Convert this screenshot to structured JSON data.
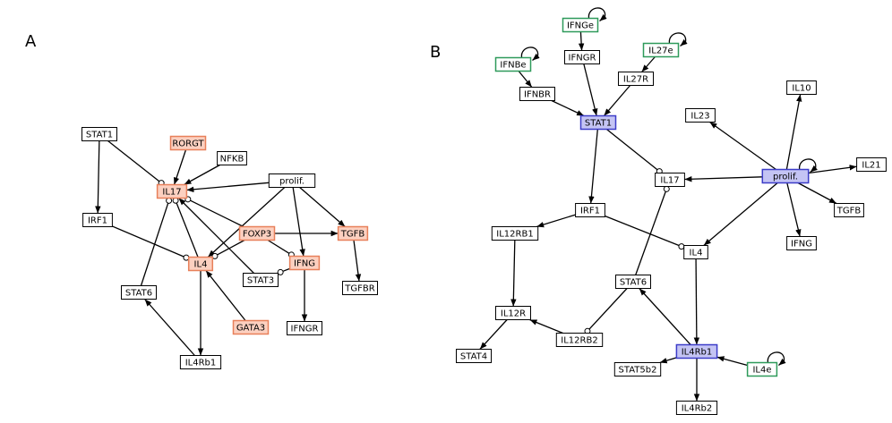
{
  "panels": [
    {
      "id": "A",
      "label": "A",
      "nodes": [
        {
          "id": "A_STAT1",
          "label": "STAT1",
          "style": "plain"
        },
        {
          "id": "A_RORGT",
          "label": "RORGT",
          "style": "orange"
        },
        {
          "id": "A_NFKB",
          "label": "NFKB",
          "style": "plain"
        },
        {
          "id": "A_IL17",
          "label": "IL17",
          "style": "orange"
        },
        {
          "id": "A_prolif",
          "label": "prolif.",
          "style": "plain"
        },
        {
          "id": "A_IRF1",
          "label": "IRF1",
          "style": "plain"
        },
        {
          "id": "A_FOXP3",
          "label": "FOXP3",
          "style": "orange"
        },
        {
          "id": "A_TGFB",
          "label": "TGFB",
          "style": "orange"
        },
        {
          "id": "A_IL4",
          "label": "IL4",
          "style": "orange"
        },
        {
          "id": "A_IFNG",
          "label": "IFNG",
          "style": "orange"
        },
        {
          "id": "A_STAT3",
          "label": "STAT3",
          "style": "plain"
        },
        {
          "id": "A_TGFBR",
          "label": "TGFBR",
          "style": "plain"
        },
        {
          "id": "A_STAT6",
          "label": "STAT6",
          "style": "plain"
        },
        {
          "id": "A_GATA3",
          "label": "GATA3",
          "style": "orange"
        },
        {
          "id": "A_IFNGR",
          "label": "IFNGR",
          "style": "plain"
        },
        {
          "id": "A_IL4Rb1",
          "label": "IL4Rb1",
          "style": "plain"
        }
      ],
      "edges": [
        {
          "from": "A_STAT1",
          "to": "A_IL17",
          "type": "inhibit"
        },
        {
          "from": "A_STAT1",
          "to": "A_IRF1",
          "type": "activate"
        },
        {
          "from": "A_RORGT",
          "to": "A_IL17",
          "type": "activate"
        },
        {
          "from": "A_NFKB",
          "to": "A_IL17",
          "type": "activate"
        },
        {
          "from": "A_prolif",
          "to": "A_IL17",
          "type": "activate"
        },
        {
          "from": "A_prolif",
          "to": "A_IL4",
          "type": "activate"
        },
        {
          "from": "A_prolif",
          "to": "A_IFNG",
          "type": "activate"
        },
        {
          "from": "A_prolif",
          "to": "A_TGFB",
          "type": "activate"
        },
        {
          "from": "A_IRF1",
          "to": "A_IL4",
          "type": "inhibit"
        },
        {
          "from": "A_FOXP3",
          "to": "A_IL17",
          "type": "inhibit"
        },
        {
          "from": "A_FOXP3",
          "to": "A_IL4",
          "type": "inhibit"
        },
        {
          "from": "A_FOXP3",
          "to": "A_IFNG",
          "type": "inhibit"
        },
        {
          "from": "A_FOXP3",
          "to": "A_TGFB",
          "type": "activate"
        },
        {
          "from": "A_STAT3",
          "to": "A_IL17",
          "type": "activate"
        },
        {
          "from": "A_STAT6",
          "to": "A_IL17",
          "type": "inhibit"
        },
        {
          "from": "A_IL4",
          "to": "A_IL17",
          "type": "inhibit"
        },
        {
          "from": "A_IFNG",
          "to": "A_STAT3",
          "type": "inhibit"
        },
        {
          "from": "A_IFNG",
          "to": "A_IFNGR",
          "type": "activate"
        },
        {
          "from": "A_TGFB",
          "to": "A_TGFBR",
          "type": "activate"
        },
        {
          "from": "A_GATA3",
          "to": "A_IL4",
          "type": "activate"
        },
        {
          "from": "A_IL4",
          "to": "A_IL4Rb1",
          "type": "activate"
        },
        {
          "from": "A_IL4Rb1",
          "to": "A_STAT6",
          "type": "activate"
        }
      ]
    },
    {
      "id": "B",
      "label": "B",
      "nodes": [
        {
          "id": "B_IFNGe",
          "label": "IFNGe",
          "style": "green"
        },
        {
          "id": "B_IFNBe",
          "label": "IFNBe",
          "style": "green"
        },
        {
          "id": "B_IL27e",
          "label": "IL27e",
          "style": "green"
        },
        {
          "id": "B_IFNGR",
          "label": "IFNGR",
          "style": "plain"
        },
        {
          "id": "B_IFNBR",
          "label": "IFNBR",
          "style": "plain"
        },
        {
          "id": "B_IL27R",
          "label": "IL27R",
          "style": "plain"
        },
        {
          "id": "B_STAT1",
          "label": "STAT1",
          "style": "blue"
        },
        {
          "id": "B_IL10",
          "label": "IL10",
          "style": "plain"
        },
        {
          "id": "B_IL23",
          "label": "IL23",
          "style": "plain"
        },
        {
          "id": "B_prolif",
          "label": "prolif.",
          "style": "blue"
        },
        {
          "id": "B_IL21",
          "label": "IL21",
          "style": "plain"
        },
        {
          "id": "B_IL17",
          "label": "IL17",
          "style": "plain"
        },
        {
          "id": "B_TGFB",
          "label": "TGFB",
          "style": "plain"
        },
        {
          "id": "B_IRF1",
          "label": "IRF1",
          "style": "plain"
        },
        {
          "id": "B_IL12RB1",
          "label": "IL12RB1",
          "style": "plain"
        },
        {
          "id": "B_IFNG",
          "label": "IFNG",
          "style": "plain"
        },
        {
          "id": "B_IL4",
          "label": "IL4",
          "style": "plain"
        },
        {
          "id": "B_STAT6",
          "label": "STAT6",
          "style": "plain"
        },
        {
          "id": "B_IL12R",
          "label": "IL12R",
          "style": "plain"
        },
        {
          "id": "B_IL12RB2",
          "label": "IL12RB2",
          "style": "plain"
        },
        {
          "id": "B_STAT4",
          "label": "STAT4",
          "style": "plain"
        },
        {
          "id": "B_IL4Rb1",
          "label": "IL4Rb1",
          "style": "blue"
        },
        {
          "id": "B_STAT5b2",
          "label": "STAT5b2",
          "style": "plain"
        },
        {
          "id": "B_IL4e",
          "label": "IL4e",
          "style": "green"
        },
        {
          "id": "B_IL4Rb2",
          "label": "IL4Rb2",
          "style": "plain"
        }
      ],
      "edges": [
        {
          "from": "B_IFNGe",
          "to": "B_IFNGe",
          "type": "self"
        },
        {
          "from": "B_IFNBe",
          "to": "B_IFNBe",
          "type": "self"
        },
        {
          "from": "B_IL27e",
          "to": "B_IL27e",
          "type": "self"
        },
        {
          "from": "B_prolif",
          "to": "B_prolif",
          "type": "self"
        },
        {
          "from": "B_IL4e",
          "to": "B_IL4e",
          "type": "self"
        },
        {
          "from": "B_IFNGe",
          "to": "B_IFNGR",
          "type": "activate"
        },
        {
          "from": "B_IFNBe",
          "to": "B_IFNBR",
          "type": "activate"
        },
        {
          "from": "B_IL27e",
          "to": "B_IL27R",
          "type": "activate"
        },
        {
          "from": "B_IFNGR",
          "to": "B_STAT1",
          "type": "activate"
        },
        {
          "from": "B_IFNBR",
          "to": "B_STAT1",
          "type": "activate"
        },
        {
          "from": "B_IL27R",
          "to": "B_STAT1",
          "type": "activate"
        },
        {
          "from": "B_STAT1",
          "to": "B_IL17",
          "type": "inhibit"
        },
        {
          "from": "B_STAT1",
          "to": "B_IRF1",
          "type": "activate"
        },
        {
          "from": "B_prolif",
          "to": "B_IL10",
          "type": "activate"
        },
        {
          "from": "B_prolif",
          "to": "B_IL23",
          "type": "activate"
        },
        {
          "from": "B_prolif",
          "to": "B_IL21",
          "type": "activate"
        },
        {
          "from": "B_prolif",
          "to": "B_IL17",
          "type": "activate"
        },
        {
          "from": "B_prolif",
          "to": "B_TGFB",
          "type": "activate"
        },
        {
          "from": "B_prolif",
          "to": "B_IFNG",
          "type": "activate"
        },
        {
          "from": "B_prolif",
          "to": "B_IL4",
          "type": "activate"
        },
        {
          "from": "B_IRF1",
          "to": "B_IL12RB1",
          "type": "activate"
        },
        {
          "from": "B_IRF1",
          "to": "B_IL4",
          "type": "inhibit"
        },
        {
          "from": "B_IL12RB1",
          "to": "B_IL12R",
          "type": "activate"
        },
        {
          "from": "B_IL12RB2",
          "to": "B_IL12R",
          "type": "activate"
        },
        {
          "from": "B_IL12R",
          "to": "B_STAT4",
          "type": "activate"
        },
        {
          "from": "B_STAT6",
          "to": "B_IL17",
          "type": "inhibit"
        },
        {
          "from": "B_STAT6",
          "to": "B_IL12RB2",
          "type": "inhibit"
        },
        {
          "from": "B_IL4",
          "to": "B_IL4Rb1",
          "type": "activate"
        },
        {
          "from": "B_IL4Rb1",
          "to": "B_STAT6",
          "type": "activate"
        },
        {
          "from": "B_IL4Rb1",
          "to": "B_STAT5b2",
          "type": "activate"
        },
        {
          "from": "B_IL4Rb1",
          "to": "B_IL4Rb2",
          "type": "activate"
        },
        {
          "from": "B_IL4e",
          "to": "B_IL4Rb1",
          "type": "activate"
        }
      ]
    }
  ],
  "colors": {
    "orange_fill": "#fcd0c0",
    "orange_stroke": "#e8805a",
    "blue_fill": "#c4c4f4",
    "blue_stroke": "#3c3cc8",
    "green_fill": "#ffffff",
    "green_stroke": "#2e9a5a",
    "plain_fill": "#ffffff",
    "plain_stroke": "#000000",
    "edge": "#000000"
  }
}
